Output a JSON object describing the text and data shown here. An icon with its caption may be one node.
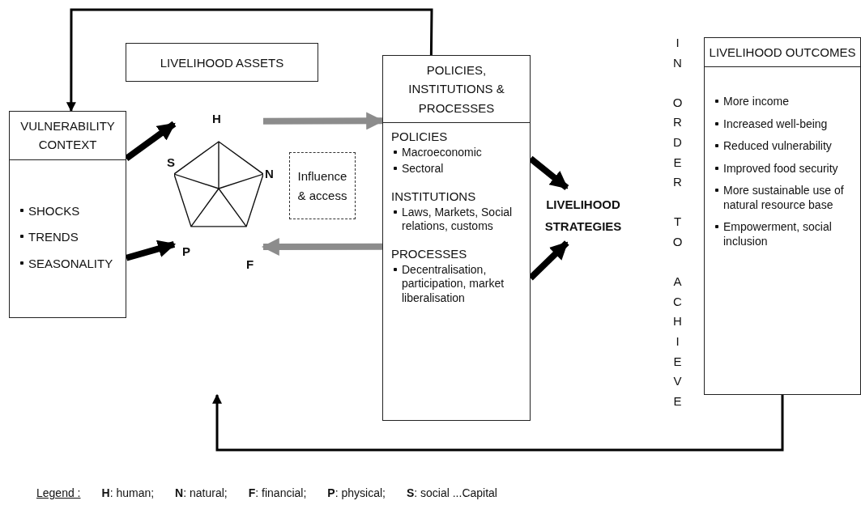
{
  "diagram": {
    "nodes": [
      {
        "text": [
          "VULNERABILITY CONTEXT",
          "SHOCKS",
          "TRENDS",
          "SEASONALITY"
        ]
      },
      {
        "text": [
          "LIVELIHOOD ASSETS"
        ]
      },
      {
        "text": [],
        "shape": "pentagon"
      },
      {
        "text": [
          "Influence & access"
        ]
      },
      {
        "text": [
          "POLICIES, INSTITUTIONS & PROCESSES",
          "POLICIES",
          "Macroeconomic",
          "Sectoral",
          "INSTITUTIONS",
          "Laws, Markets, Social relations, customs",
          "PROCESSES",
          "Decentralisation, participation, market liberalisation"
        ]
      },
      {
        "text": [
          "LIVELIHOOD STRATEGIES"
        ]
      },
      {
        "text": [
          "LIVELIHOOD OUTCOMES",
          "More income",
          "Increased well-being",
          "Reduced vulnerability",
          "Improved food security",
          "More sustainable use of natural resource base",
          "Empowerment, social inclusion"
        ]
      }
    ],
    "edges": [
      {
        "from": 4,
        "to": 0,
        "arrow": "to"
      },
      {
        "from": 0,
        "to": 2,
        "arrow": "to"
      },
      {
        "from": 0,
        "to": 2,
        "arrow": "to"
      },
      {
        "from": 2,
        "to": 4,
        "arrow": "to",
        "color": "#8c8c8c"
      },
      {
        "from": 4,
        "to": 2,
        "arrow": "to",
        "color": "#8c8c8c"
      },
      {
        "from": 4,
        "to": 5,
        "arrow": "to"
      },
      {
        "from": 4,
        "to": 5,
        "arrow": "to"
      },
      {
        "from": 6,
        "to": null,
        "arrow": "to"
      }
    ],
    "labels": [
      "H",
      "S",
      "N",
      "P",
      "F",
      "IN ORDER TO ACHIEVE",
      "Legend :",
      "**H**: human;",
      "**N**: natural;",
      "**F**: financial;",
      "**P**: physical;",
      "**S**: social ...Capital"
    ]
  }
}
